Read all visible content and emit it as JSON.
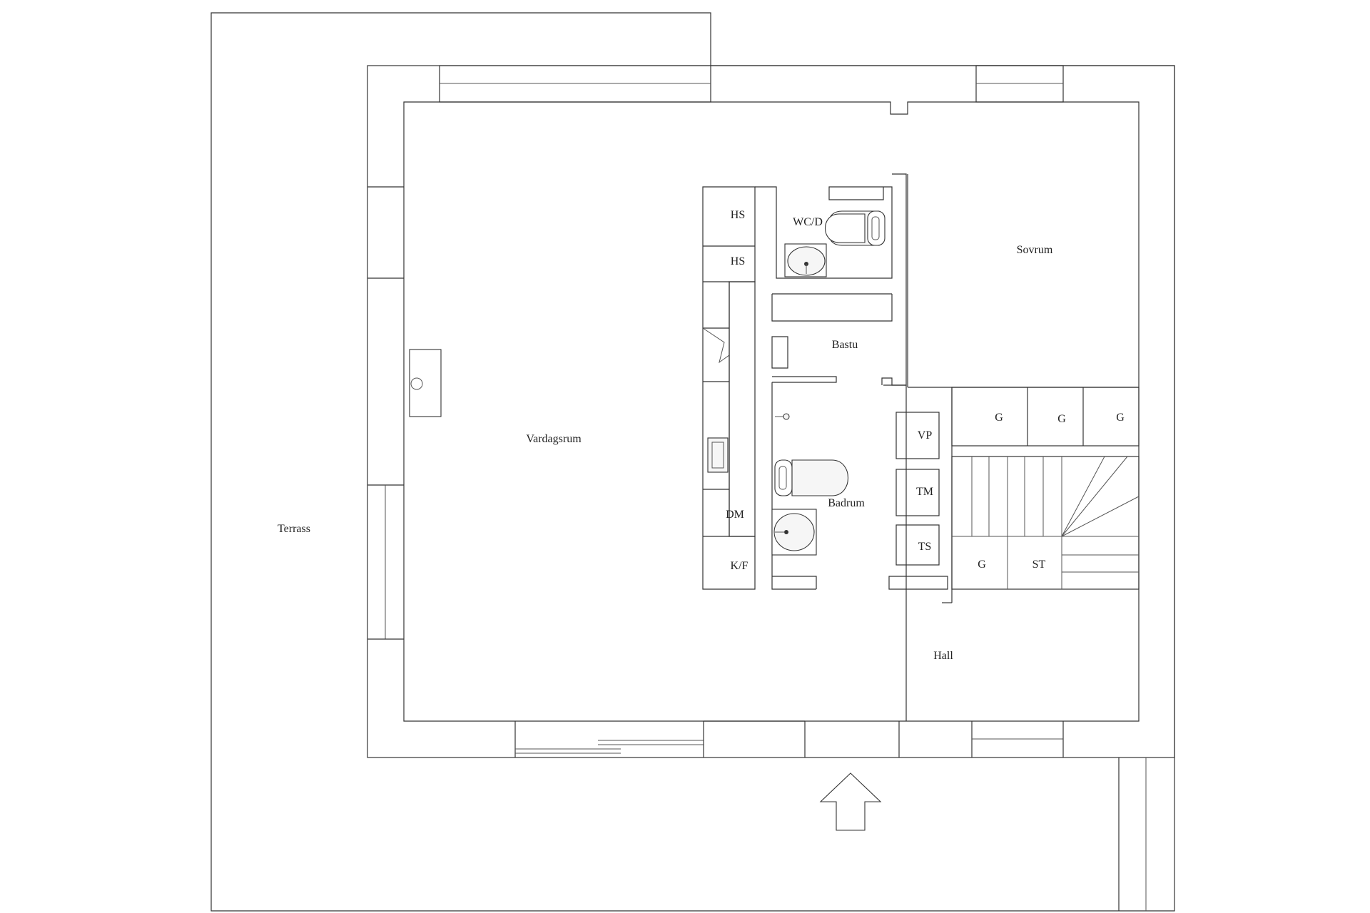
{
  "rooms": {
    "terrass": "Terrass",
    "vardagsrum": "Vardagsrum",
    "sovrum": "Sovrum",
    "bastu": "Bastu",
    "badrum": "Badrum",
    "hall": "Hall",
    "wc_d": "WC/D"
  },
  "fixtures": {
    "hs_1": "HS",
    "hs_2": "HS",
    "dm": "DM",
    "kf": "K/F",
    "vp": "VP",
    "tm": "TM",
    "ts": "TS",
    "g_1": "G",
    "g_2": "G",
    "g_3": "G",
    "g_4": "G",
    "st": "ST"
  },
  "icons": {
    "entrance": "entrance-arrow-icon",
    "toilet": "toilet-icon",
    "sink": "sink-icon"
  },
  "colors": {
    "line": "#333333",
    "background": "#ffffff"
  }
}
